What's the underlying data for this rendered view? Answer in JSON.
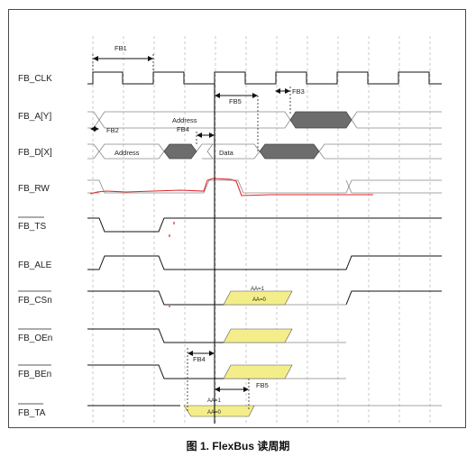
{
  "signals": [
    "FB_CLK",
    "FB_A[Y]",
    "FB_D[X]",
    "FB_RW",
    "FB_TS",
    "FB_ALE",
    "FB_CSn",
    "FB_OEn",
    "FB_BEn",
    "FB_TA"
  ],
  "timing_labels": {
    "fb1": "FB1",
    "fb2": "FB2",
    "fb3": "FB3",
    "fb4_top": "FB4",
    "fb5_top": "FB5",
    "fb4_bottom": "FB4",
    "fb5_bottom": "FB5"
  },
  "bus_labels": {
    "a_address": "Address",
    "d_address": "Address",
    "d_data": "Data"
  },
  "annotations": {
    "cs_aa1": "AA=1",
    "cs_aa0": "AA=0",
    "ta_aa1": "AA=1",
    "ta_aa0": "AA=0"
  },
  "colors": {
    "highlight_yellow": "#f4ee8a",
    "bus_gray": "#6d6d6d",
    "rw_red": "#e0262a"
  },
  "caption": "图 1. FlexBus 读周期"
}
